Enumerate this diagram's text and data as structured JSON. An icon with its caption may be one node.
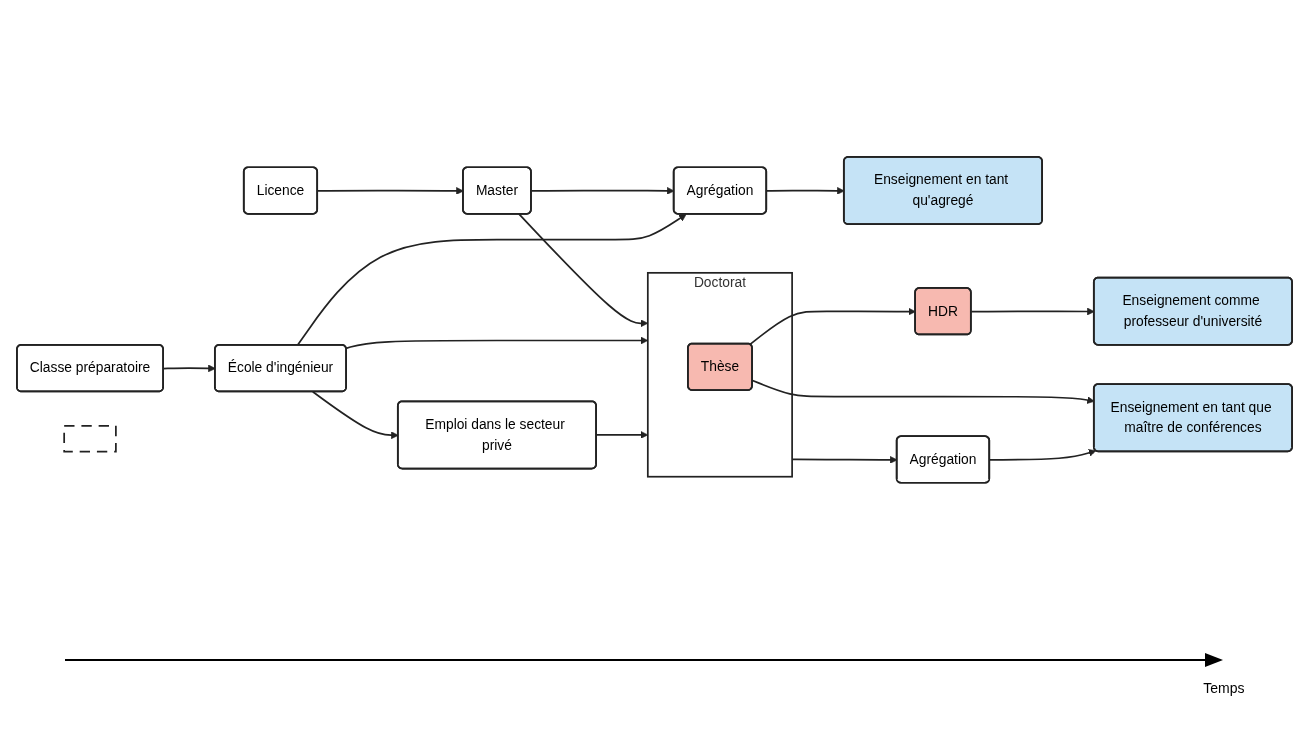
{
  "diagram": {
    "nodes": [
      {
        "text": [
          "Licence"
        ]
      },
      {
        "text": [
          "Master"
        ]
      },
      {
        "text": [
          "Agrégation"
        ]
      },
      {
        "text": [
          "Enseignement en tant qu'agregé"
        ]
      },
      {
        "text": [
          "HDR"
        ]
      },
      {
        "text": [
          "Enseignement comme professeur d'université"
        ]
      },
      {
        "text": [
          "Classe préparatoire"
        ]
      },
      {
        "text": [
          "École d'ingénieur"
        ]
      },
      {
        "text": [
          "Doctorat"
        ]
      },
      {
        "text": [
          "Thèse"
        ],
        "in": 8
      },
      {
        "text": [
          "Enseignement en tant que maître de conférences"
        ]
      },
      {
        "text": [
          "Agrégation"
        ]
      },
      {
        "text": [
          "Emploi dans le secteur privé"
        ]
      },
      {
        "text": [],
        "shape": "box"
      }
    ],
    "edges": [
      {
        "from": 0,
        "to": 1,
        "arrow": "to"
      },
      {
        "from": 1,
        "to": 2,
        "arrow": "to"
      },
      {
        "from": 7,
        "to": 2,
        "arrow": "to"
      },
      {
        "from": 1,
        "to": 8,
        "arrow": "to"
      },
      {
        "from": 2,
        "to": 3,
        "arrow": "to"
      },
      {
        "from": 9,
        "to": 4,
        "arrow": "to"
      },
      {
        "from": 4,
        "to": 5,
        "arrow": "to"
      },
      {
        "from": 6,
        "to": 7,
        "arrow": "to"
      },
      {
        "from": 7,
        "to": 8,
        "arrow": "to"
      },
      {
        "from": 9,
        "to": 10,
        "arrow": "to"
      },
      {
        "from": 11,
        "to": 10,
        "arrow": "to"
      },
      {
        "from": 8,
        "to": 11,
        "arrow": "to"
      },
      {
        "from": 7,
        "to": 12,
        "arrow": "to"
      },
      {
        "from": 12,
        "to": 8,
        "arrow": "to"
      }
    ],
    "labels": [
      "Temps"
    ]
  }
}
